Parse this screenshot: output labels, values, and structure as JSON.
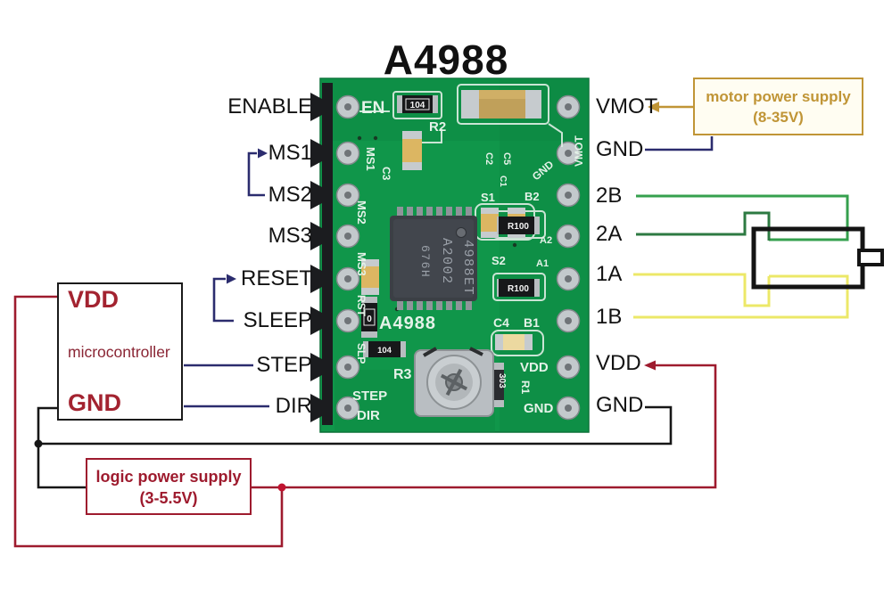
{
  "title": "A4988",
  "left_pins": [
    "ENABLE",
    "MS1",
    "MS2",
    "MS3",
    "RESET",
    "SLEEP",
    "STEP",
    "DIR"
  ],
  "right_pins": [
    "VMOT",
    "GND",
    "2B",
    "2A",
    "1A",
    "1B",
    "VDD",
    "GND"
  ],
  "motor_supply_box": {
    "line1": "motor power supply",
    "line2": "(8-35V)"
  },
  "logic_supply_box": {
    "line1": "logic power supply",
    "line2": "(3-5.5V)"
  },
  "microcontroller_box": {
    "vdd": "VDD",
    "label": "microcontroller",
    "gnd": "GND"
  },
  "pcb": {
    "silkscreen": {
      "en": "EN",
      "ms1": "MS1",
      "c3": "C3",
      "ms2": "MS2",
      "ms3": "MS3",
      "rst": "RST",
      "slp": "SLP",
      "step": "STEP",
      "dir": "DIR",
      "r2": "R2",
      "c2": "C2",
      "c5": "C5",
      "c1": "C1",
      "s1": "S1",
      "s2": "S2",
      "b2": "B2",
      "a2": "A2",
      "a1": "A1",
      "gnd_top": "GND",
      "vmot": "VMOT",
      "a4988": "A4988",
      "c4": "C4",
      "b1": "B1",
      "vdd": "VDD",
      "r1": "R1",
      "gnd_bottom": "GND",
      "r3": "R3",
      "res104_top": "104",
      "res104_bottom": "104",
      "res100_top": "R100",
      "res100_bottom": "R100",
      "res0": "0",
      "pot_code": "303"
    },
    "chip": {
      "line1": "4988ET",
      "line2": "A2002",
      "line3": "676H"
    }
  },
  "colors": {
    "navy": "#2b2c6e",
    "gold": "#c09536",
    "crimson": "#9e1b2e",
    "red_dot": "#c01430",
    "green_2b": "#35a04e",
    "green_2a": "#2d7a42",
    "yellow": "#ece868",
    "board_green": "#10964a",
    "silk": "#e4f2e8"
  }
}
